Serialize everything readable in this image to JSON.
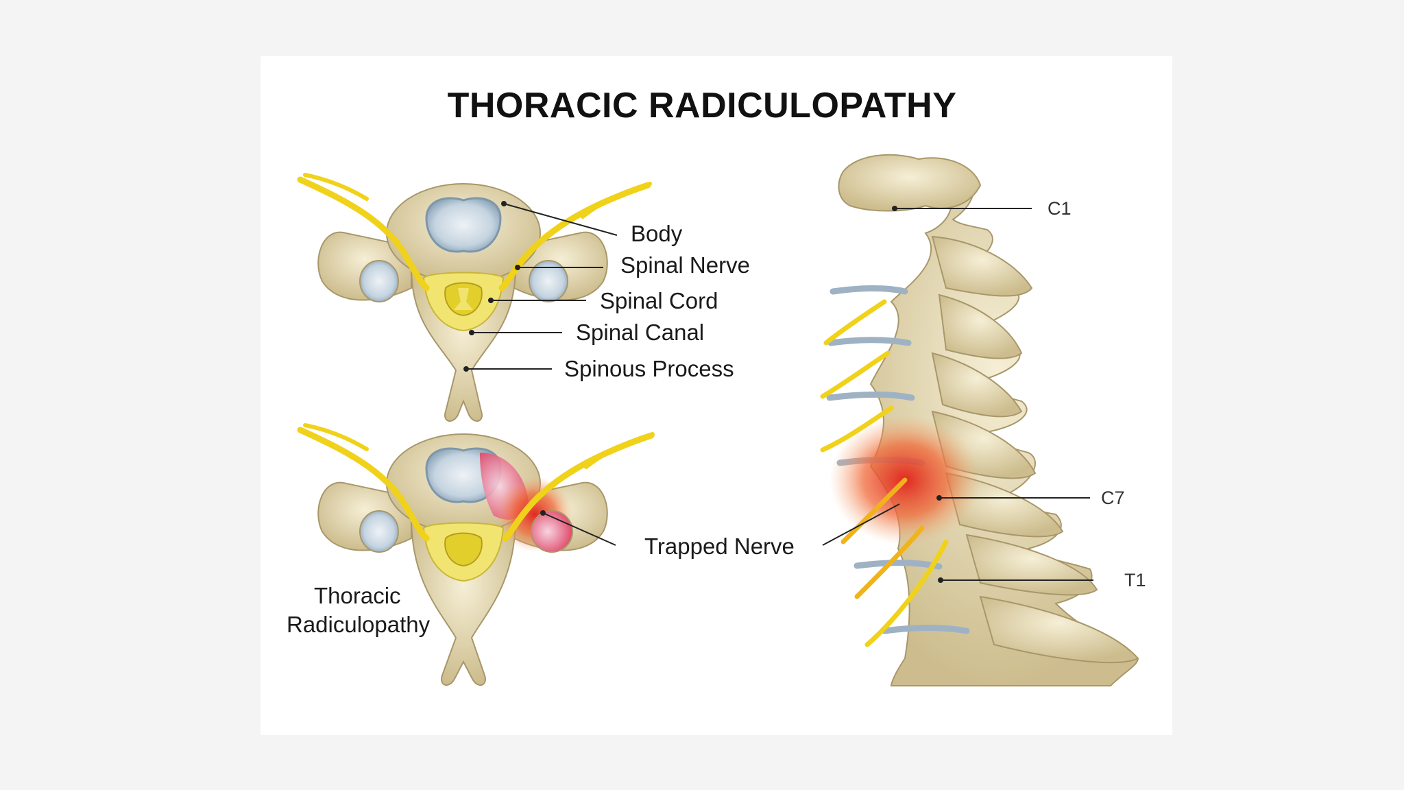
{
  "title": "THORACIC RADICULOPATHY",
  "labels": {
    "body": "Body",
    "spinal_nerve": "Spinal Nerve",
    "spinal_cord": "Spinal Cord",
    "spinal_canal": "Spinal Canal",
    "spinous_process": "Spinous Process",
    "trapped_nerve": "Trapped Nerve",
    "caption_line1": "Thoracic",
    "caption_line2": "Radiculopathy",
    "c1": "C1",
    "c7": "C7",
    "t1": "T1"
  },
  "colors": {
    "bone": "#e8dcb5",
    "bone_shade": "#c9b98a",
    "disc": "#b9cbd9",
    "nerve": "#f0d21a",
    "cord": "#ede14a",
    "inflammation": "#e8362a",
    "leader": "#222222"
  }
}
